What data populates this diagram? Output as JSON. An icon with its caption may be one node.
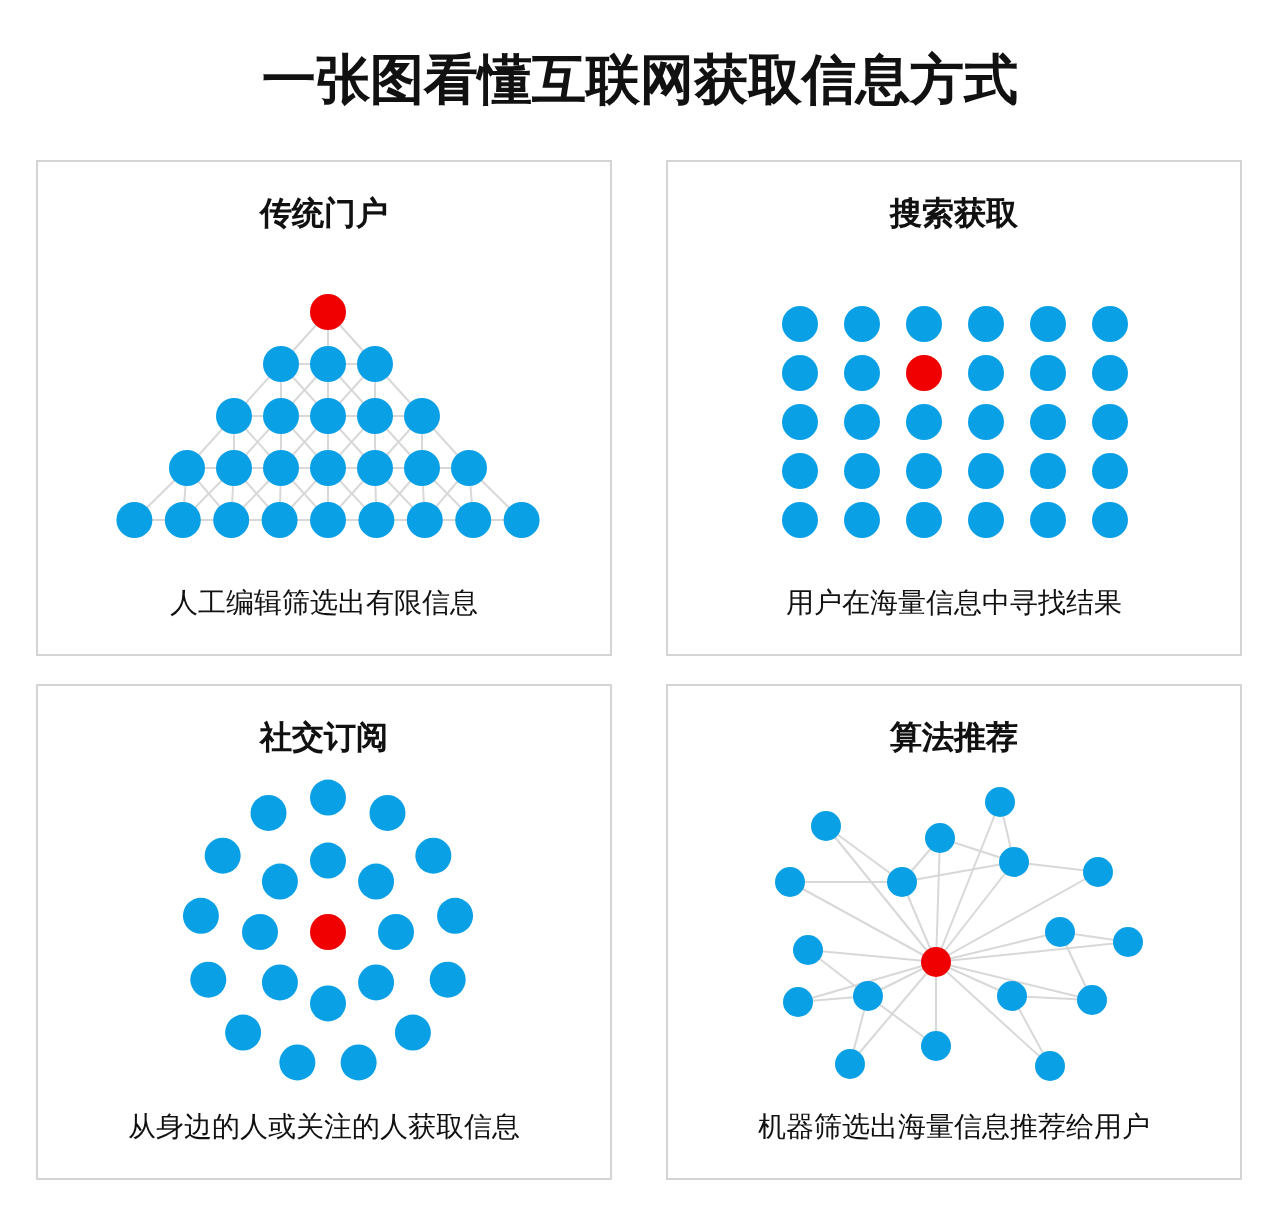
{
  "diagram": {
    "title": "一张图看懂互联网获取信息方式",
    "nodes": [
      {
        "text": [
          "传统门户",
          "人工编辑筛选出有限信息"
        ]
      },
      {
        "text": [
          "搜索获取",
          "用户在海量信息中寻找结果"
        ]
      },
      {
        "text": [
          "社交订阅",
          "从身边的人或关注的人获取信息"
        ]
      },
      {
        "text": [
          "算法推荐",
          "机器筛选出海量信息推荐给用户"
        ]
      }
    ]
  }
}
